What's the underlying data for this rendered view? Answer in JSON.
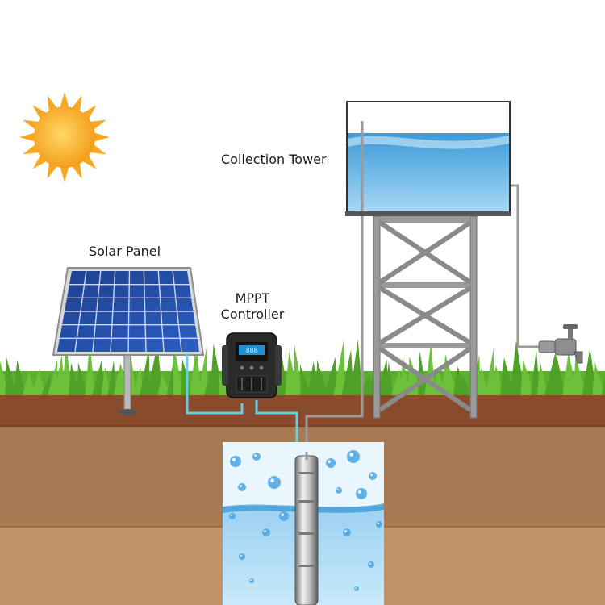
{
  "labels": {
    "solar_panel": "Solar Panel",
    "mppt_line1": "MPPT",
    "mppt_line2": "Controller",
    "collection_tower": "Collection Tower"
  },
  "icons": [
    "sun-icon",
    "solar-panel-icon",
    "mppt-controller-icon",
    "water-tower-icon",
    "faucet-icon",
    "submersible-pump-icon"
  ],
  "colors": {
    "sky": "#ffffff",
    "grass": "#5cb030",
    "topsoil": "#8a4a2c",
    "subsoil": "#a87a52",
    "water": "#6ab8e6",
    "cable": "#5ed2e8",
    "pipe": "#9a9a9a",
    "sun": "#f7a823"
  }
}
